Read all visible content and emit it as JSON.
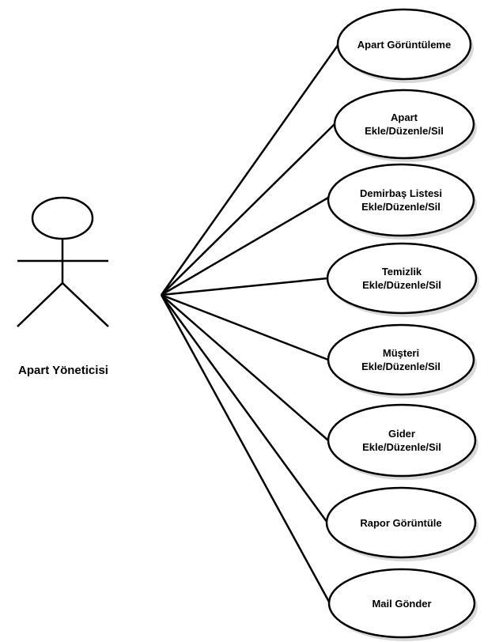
{
  "actor": {
    "name": "Apart Yöneticisi"
  },
  "use_cases": [
    {
      "lines": [
        "Apart Görüntüleme"
      ]
    },
    {
      "lines": [
        "Apart",
        "Ekle/Düzenle/Sil"
      ]
    },
    {
      "lines": [
        "Demirbaş Listesi",
        "Ekle/Düzenle/Sil"
      ]
    },
    {
      "lines": [
        "Temizlik",
        "Ekle/Düzenle/Sil"
      ]
    },
    {
      "lines": [
        "Müşteri",
        "Ekle/Düzenle/Sil"
      ]
    },
    {
      "lines": [
        "Gider",
        "Ekle/Düzenle/Sil"
      ]
    },
    {
      "lines": [
        "Rapor Görüntüle"
      ]
    },
    {
      "lines": [
        "Mail Gönder"
      ]
    }
  ],
  "colors": {
    "stroke": "#000000",
    "fill": "#ffffff",
    "shadow": "#b8b8b8"
  }
}
